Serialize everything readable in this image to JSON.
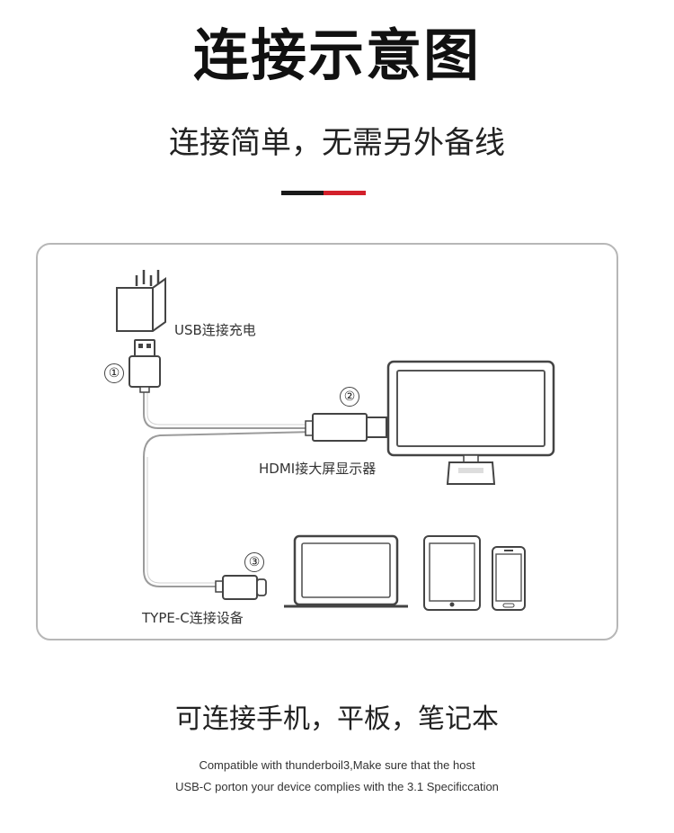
{
  "header": {
    "title": "连接示意图",
    "subtitle": "连接简单，无需另外备线"
  },
  "diagram": {
    "usb_label": "USB连接充电",
    "hdmi_label": "HDMI接大屏显示器",
    "typec_label": "TYPE-C连接设备",
    "steps": [
      "①",
      "②",
      "③"
    ]
  },
  "footer": {
    "devices_caption": "可连接手机，平板，笔记本",
    "note_line1": "Compatible with thunderboil3,Make sure that the host",
    "note_line2": "USB-C porton your device complies with the 3.1 Specificcation"
  },
  "colors": {
    "divider_dark": "#1a1a1a",
    "divider_accent": "#d3202b",
    "frame_border": "#b7b7b7"
  }
}
